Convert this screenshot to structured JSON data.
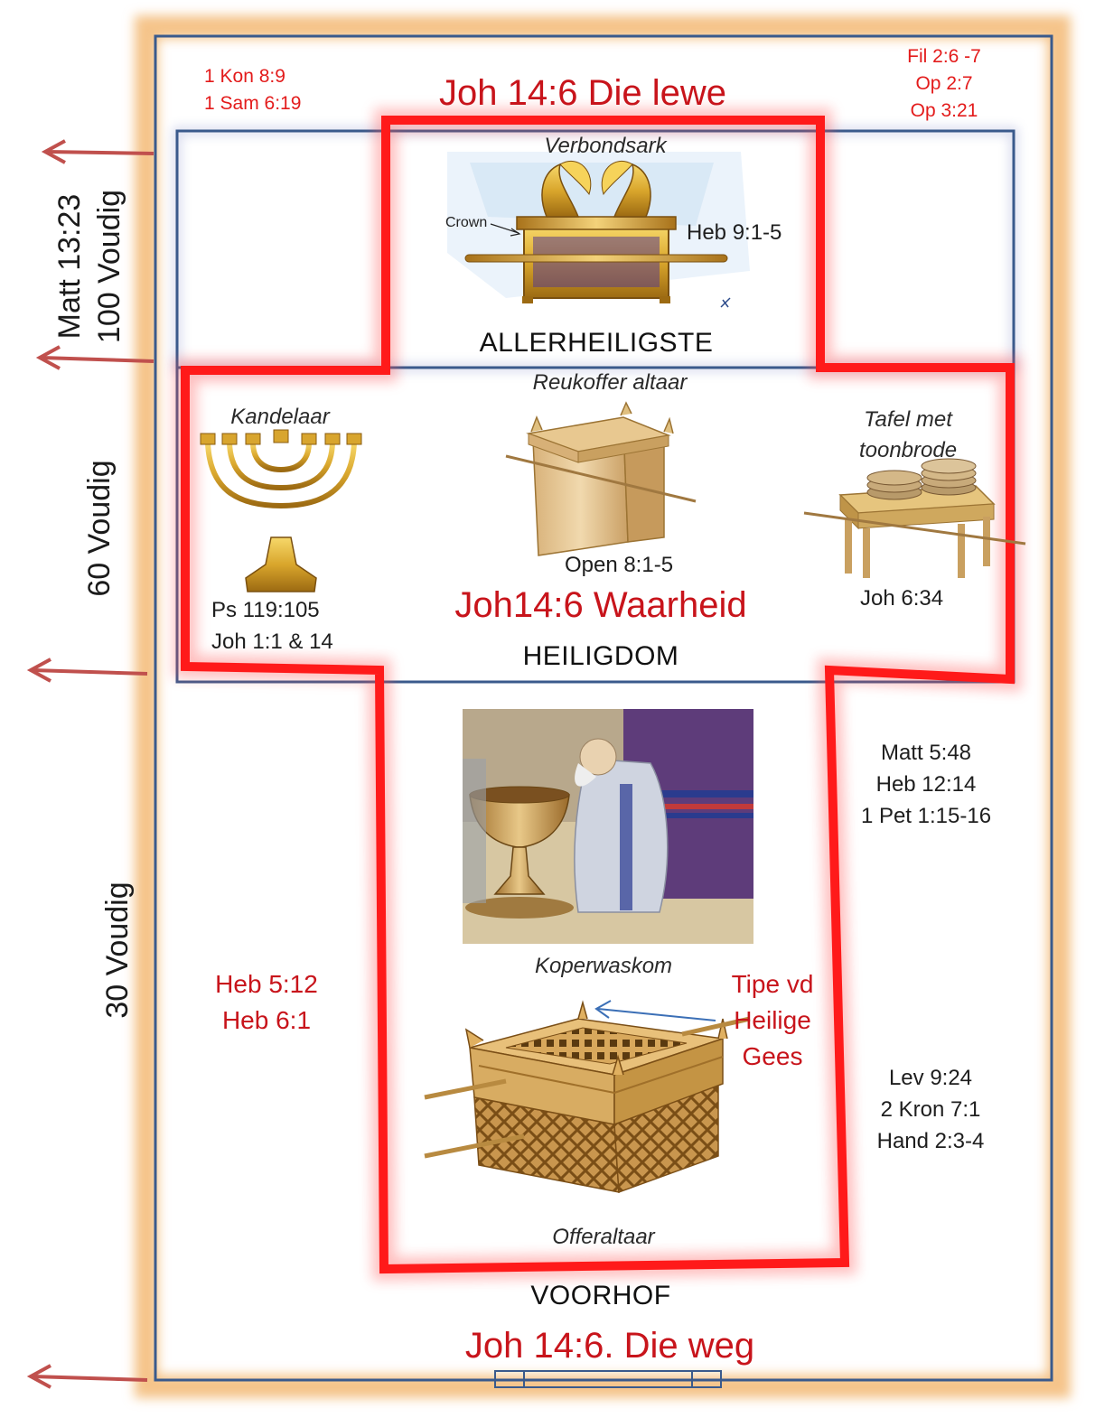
{
  "top_left_refs": [
    "1 Kon 8:9",
    "1 Sam 6:19"
  ],
  "top_right_refs": [
    "Fil 2:6 -7",
    "Op 2:7",
    "Op 3:21"
  ],
  "holy_of_holies": {
    "heading": "Joh 14:6 Die lewe",
    "item_label": "Verbondsark",
    "item_ref": "Heb 9:1-5",
    "image_caption": "Crown",
    "zone_name": "ALLERHEILIGSTE"
  },
  "holy_place": {
    "incense_label": "Reukoffer altaar",
    "incense_ref": "Open 8:1-5",
    "lampstand_label": "Kandelaar",
    "lampstand_refs": [
      "Ps 119:105",
      "Joh 1:1 & 14"
    ],
    "table_label_lines": [
      "Tafel met",
      "toonbrode"
    ],
    "table_ref": "Joh 6:34",
    "heading": "Joh14:6 Waarheid",
    "zone_name": "HEILIGDOM"
  },
  "outer_court": {
    "laver_label": "Koperwaskom",
    "altar_label": "Offeraltaar",
    "spirit_note": [
      "Tipe vd",
      "Heilige",
      "Gees"
    ],
    "left_refs": [
      "Heb 5:12",
      "Heb 6:1"
    ],
    "right_refs_upper": [
      "Matt 5:48",
      "Heb 12:14",
      "1 Pet 1:15-16"
    ],
    "right_refs_lower": [
      "Lev 9:24",
      "2 Kron 7:1",
      "Hand 2:3-4"
    ],
    "zone_name": "VOORHOF",
    "heading": "Joh 14:6. Die weg"
  },
  "side_labels": {
    "top": [
      "Matt 13:23",
      "100 Voudig"
    ],
    "middle": "60 Voudig",
    "bottom": "30 Voudig"
  },
  "colors": {
    "cross_red": "#ff1a1a",
    "heading_red": "#c8141b",
    "border_blue": "#3a5a8c",
    "frame_orange": "#f5c48a",
    "arrow_red": "#c0504d"
  }
}
